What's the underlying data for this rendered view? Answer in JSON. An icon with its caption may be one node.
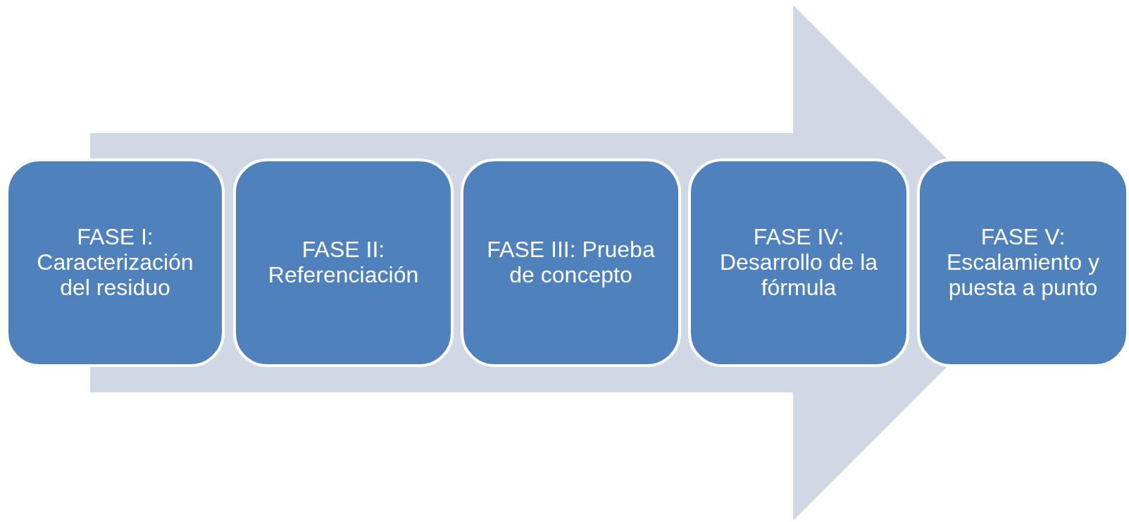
{
  "diagram": {
    "nodes": [
      {
        "text": [
          "FASE I: Caracterización del residuo"
        ]
      },
      {
        "text": [
          "FASE II: Referenciación"
        ]
      },
      {
        "text": [
          "FASE III: Prueba de concepto"
        ]
      },
      {
        "text": [
          "FASE IV: Desarrollo de la fórmula"
        ]
      },
      {
        "text": [
          "FASE V: Escalamiento y puesta a punto"
        ]
      }
    ],
    "edges": [
      {
        "from": 0,
        "to": 4,
        "arrow": "to",
        "style": "thick"
      }
    ]
  }
}
